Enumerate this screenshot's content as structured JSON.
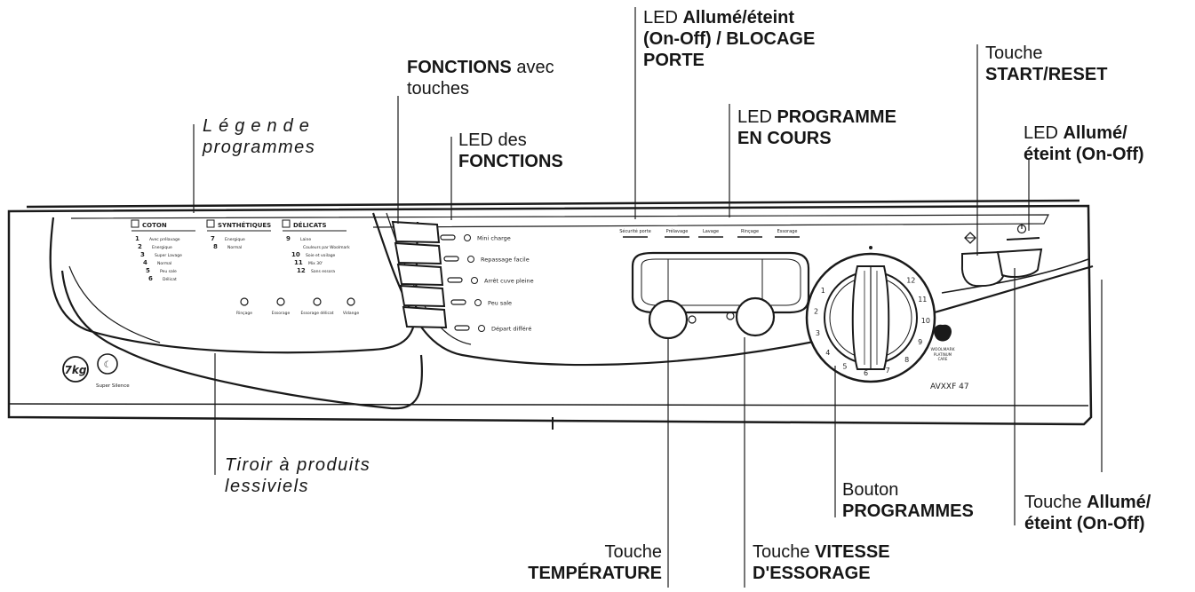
{
  "callouts": {
    "legende": {
      "line1": "Légende",
      "line2": "programmes"
    },
    "fonctions_touches": {
      "bold": "FONCTIONS",
      "rest": "avec",
      "line2": "touches"
    },
    "led_fonctions": {
      "line1": "LED des",
      "line2": "FONCTIONS"
    },
    "led_blocage": {
      "pre": "LED",
      "bold1": "Allumé/éteint",
      "line2": "(On-Off) / BLOCAGE",
      "line3": "PORTE"
    },
    "led_programme": {
      "pre": "LED",
      "bold1": "PROGRAMME",
      "line2": "EN COURS"
    },
    "touche_start": {
      "line1": "Touche",
      "line2": "START/RESET"
    },
    "led_onoff": {
      "pre": "LED",
      "bold1": "Allumé/",
      "line2": "éteint (On-Off)"
    },
    "tiroir": {
      "line1": "Tiroir à produits",
      "line2": "lessiviels"
    },
    "bouton_programmes": {
      "line1": "Bouton",
      "line2": "PROGRAMMES"
    },
    "touche_onoff": {
      "pre": "Touche",
      "bold1": "Allumé/",
      "line2": "éteint (On-Off)"
    },
    "touche_temperature": {
      "line1": "Touche",
      "line2": "TEMPÉRATURE"
    },
    "touche_vitesse": {
      "pre": "Touche",
      "bold1": "VITESSE",
      "line2": "D'ESSORAGE"
    }
  },
  "panel": {
    "coton": {
      "title": "COTON",
      "rows": [
        {
          "num": "1",
          "text": "Avec prélavage"
        },
        {
          "num": "2",
          "text": "Energique"
        },
        {
          "num": "3",
          "text": "Super Lavage"
        },
        {
          "num": "4",
          "text": "Normal"
        },
        {
          "num": "5",
          "text": "Peu sale"
        },
        {
          "num": "6",
          "text": "Délicat"
        }
      ]
    },
    "synthetiques": {
      "title": "SYNTHÉTIQUES",
      "rows": [
        {
          "num": "7",
          "text": "Energique"
        },
        {
          "num": "8",
          "text": "Normal"
        }
      ]
    },
    "delicats": {
      "title": "DÉLICATS",
      "rows": [
        {
          "num": "9",
          "text": "Laine"
        },
        {
          "num": "",
          "text": "Couleurs par Woolmark"
        },
        {
          "num": "10",
          "text": "Soie et voilage"
        },
        {
          "num": "11",
          "text": "Mix 30'"
        },
        {
          "num": "12",
          "text": "Sans essora"
        }
      ]
    },
    "phases": [
      "Rinçage",
      "Essorage",
      "Essorage délicat",
      "Vidange"
    ],
    "functions": [
      "Mini charge",
      "Repassage facile",
      "Arrêt cuve pleine",
      "Peu sale",
      "Départ différé"
    ],
    "status_leds": [
      "Sécurité porte",
      "Prélavage",
      "Lavage",
      "Rinçage",
      "Essorage"
    ],
    "dial_numbers": [
      "1",
      "2",
      "3",
      "4",
      "5",
      "6",
      "7",
      "8",
      "9",
      "10",
      "11",
      "12"
    ],
    "badge_kg": "7kg",
    "badge_super_silence": "Super Silence",
    "woolmark": [
      "WOOLMARK",
      "PLATINUM",
      "CARE"
    ],
    "model": "AVXXF 47"
  }
}
